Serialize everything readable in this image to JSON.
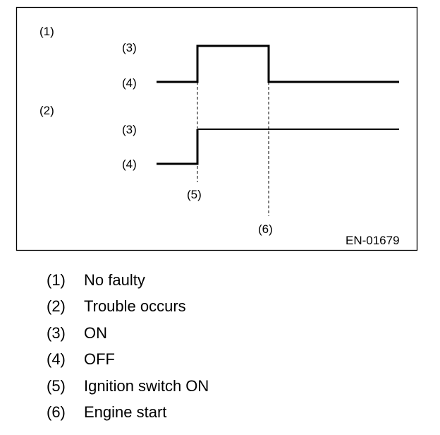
{
  "diagram": {
    "figure_id": "EN-01679",
    "label_1": "(1)",
    "label_2": "(2)",
    "level_on": "(3)",
    "level_off": "(4)",
    "marker_5": "(5)",
    "marker_6": "(6)"
  },
  "legend": [
    {
      "num": "(1)",
      "text": "No faulty"
    },
    {
      "num": "(2)",
      "text": "Trouble occurs"
    },
    {
      "num": "(3)",
      "text": "ON"
    },
    {
      "num": "(4)",
      "text": "OFF"
    },
    {
      "num": "(5)",
      "text": "Ignition switch ON"
    },
    {
      "num": "(6)",
      "text": "Engine start"
    }
  ]
}
